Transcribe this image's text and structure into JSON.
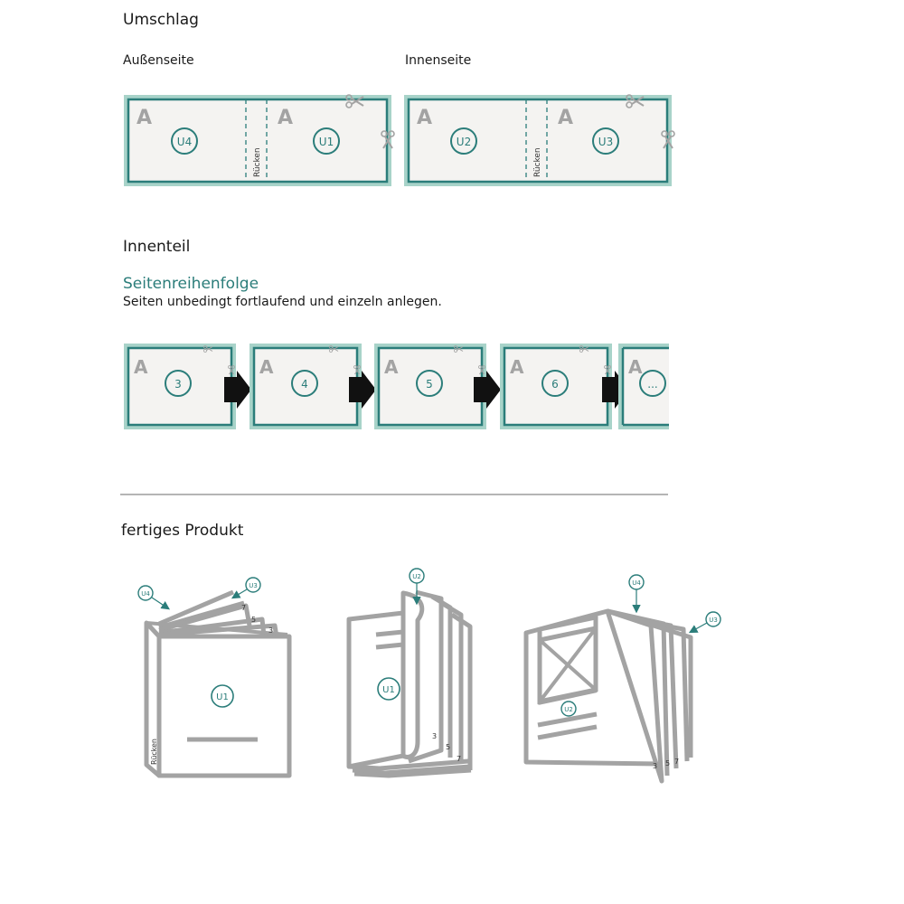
{
  "cover": {
    "heading": "Umschlag",
    "outside_label": "Außenseite",
    "inside_label": "Innenseite",
    "spine_label": "Rücken",
    "outside_pages": [
      "U4",
      "U1"
    ],
    "inside_pages": [
      "U2",
      "U3"
    ],
    "letter": "A"
  },
  "interior": {
    "heading": "Innenteil",
    "order_title": "Seitenreihenfolge",
    "order_note": "Seiten unbedingt fortlaufend und einzeln anlegen.",
    "pages": [
      "3",
      "4",
      "5",
      "6",
      "..."
    ]
  },
  "product": {
    "heading": "fertiges Produkt",
    "closed": {
      "tags": [
        "U4",
        "U3"
      ],
      "front": "U1",
      "page_numbers": [
        "7",
        "5",
        "3"
      ],
      "spine_label": "Rücken"
    },
    "flipping": {
      "tags": [
        "U2"
      ],
      "front": "U1",
      "page_numbers": [
        "3",
        "5",
        "7"
      ]
    },
    "open": {
      "tags": [
        "U4",
        "U3"
      ],
      "inner": "U2",
      "page_numbers": [
        "3",
        "5",
        "7"
      ]
    }
  },
  "colors": {
    "teal": "#2b7d7a",
    "bleed": "#a8d3c9",
    "paper": "#f4f3f1",
    "gray": "#a3a3a3",
    "arrow": "#111111"
  }
}
